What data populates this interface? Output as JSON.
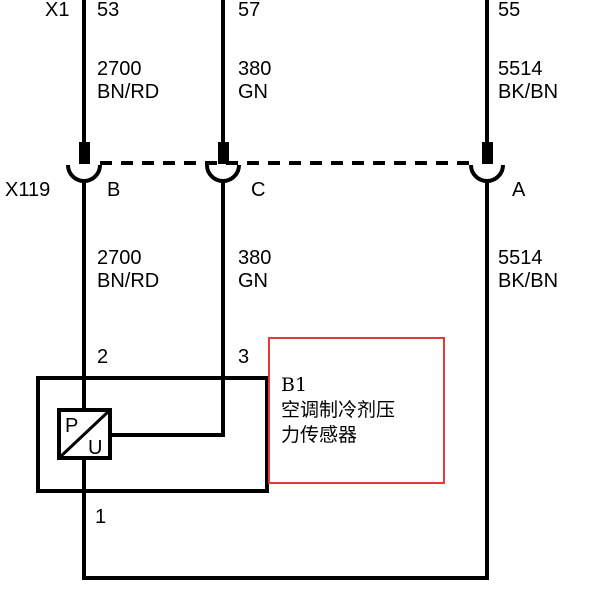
{
  "connector_top": "X1",
  "connector_mid": "X119",
  "wires": [
    {
      "top_pin": "53",
      "circuit": "2700",
      "color_code": "BN/RD",
      "mid_pin": "B"
    },
    {
      "top_pin": "57",
      "circuit": "380",
      "color_code": "GN",
      "mid_pin": "C"
    },
    {
      "top_pin": "55",
      "circuit": "5514",
      "color_code": "BK/BN",
      "mid_pin": "A"
    }
  ],
  "sensor": {
    "id": "B1",
    "name_line1": "空调制冷剂压",
    "name_line2": "力传感器",
    "symbol_top": "P",
    "symbol_bottom": "U",
    "pins": [
      "2",
      "3",
      "1"
    ]
  },
  "colors": {
    "wire": "#000000",
    "highlight_box": "#e03a3a"
  }
}
